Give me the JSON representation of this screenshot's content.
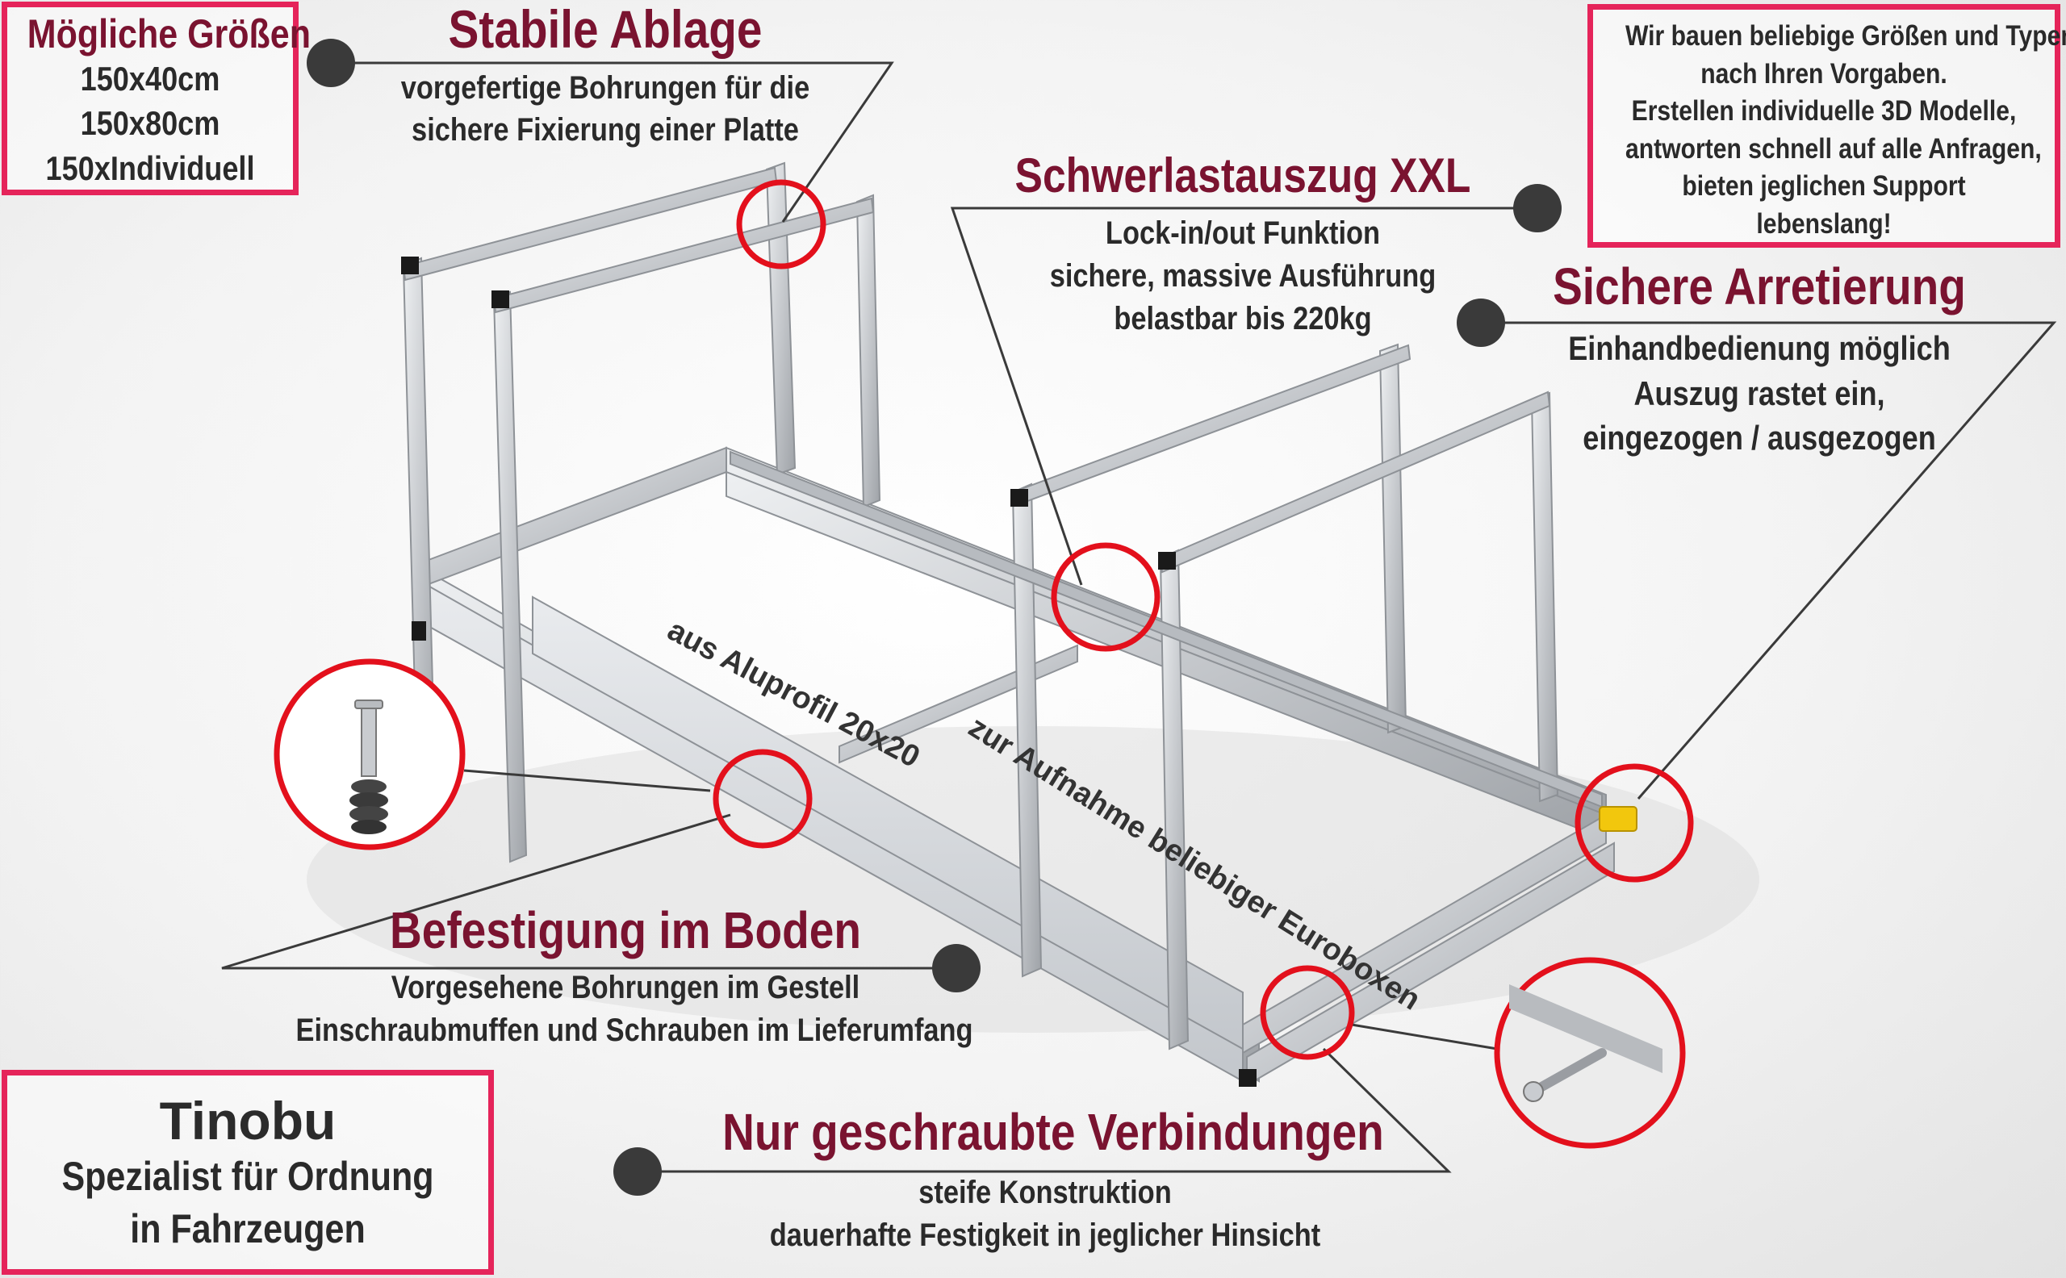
{
  "sizes_box": {
    "title": "Mögliche Größen",
    "lines": [
      "150x40cm",
      "150x80cm",
      "150xIndividuell"
    ]
  },
  "stabile_ablage": {
    "title": "Stabile Ablage",
    "lines": [
      "vorgefertige Bohrungen für die",
      "sichere Fixierung einer Platte"
    ]
  },
  "custom_box": {
    "lines": [
      "Wir bauen beliebige Größen und Typen",
      "nach Ihren Vorgaben.",
      "Erstellen individuelle 3D Modelle,",
      "antworten schnell auf alle Anfragen,",
      "bieten jeglichen Support",
      "lebenslang!"
    ]
  },
  "schwerlast": {
    "title": "Schwerlastauszug XXL",
    "lines": [
      "Lock-in/out Funktion",
      "sichere, massive Ausführung",
      "belastbar bis 220kg"
    ]
  },
  "arretierung": {
    "title": "Sichere Arretierung",
    "lines": [
      "Einhandbedienung möglich",
      "Auszug rastet ein,",
      "eingezogen / ausgezogen"
    ]
  },
  "frame_labels": {
    "aluprofil": "aus Aluprofil 20x20",
    "euroboxen": "zur Aufnahme beliebiger Euroboxen"
  },
  "befestigung": {
    "title": "Befestigung im Boden",
    "lines": [
      "Vorgesehene Bohrungen im Gestell",
      "Einschraubmuffen und Schrauben im Lieferumfang"
    ]
  },
  "tinobu_box": {
    "title": "Tinobu",
    "lines": [
      "Spezialist für Ordnung",
      "in Fahrzeugen"
    ]
  },
  "verbindungen": {
    "title": "Nur geschraubte Verbindungen",
    "lines": [
      "steife Konstruktion",
      "dauerhafte Festigkeit in jeglicher Hinsicht"
    ]
  },
  "colors": {
    "accent_border": "#e5245a",
    "headline": "#7a1330",
    "callout_circle": "#e3101c",
    "dot": "#3a3a3a",
    "profile": "#c9ccd0"
  }
}
